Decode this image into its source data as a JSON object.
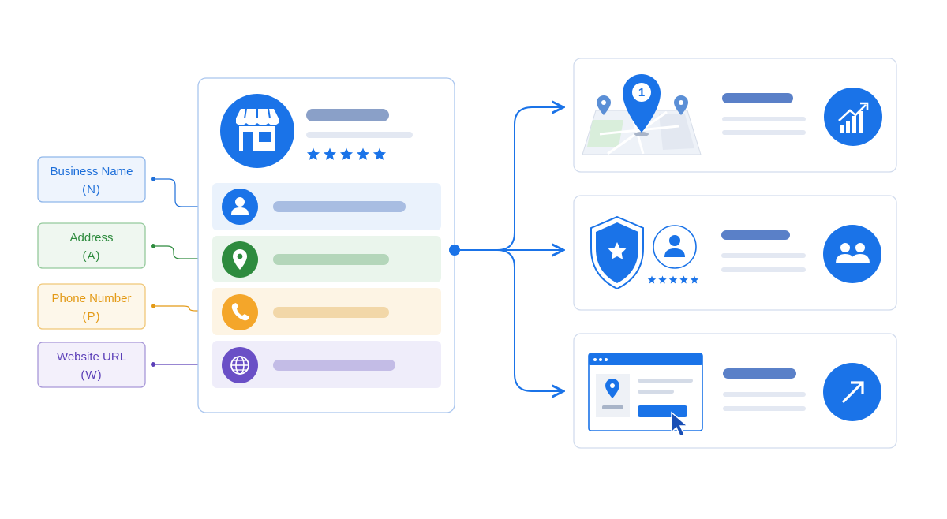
{
  "labels": [
    {
      "title": "Business Name",
      "code": "(N)",
      "color": "#1e6fd9",
      "border": "#8fb6ea",
      "fill": "#eef4fd"
    },
    {
      "title": "Address",
      "code": "(A)",
      "color": "#2e8b3e",
      "border": "#94c99c",
      "fill": "#eff7f0"
    },
    {
      "title": "Phone Number",
      "code": "(P)",
      "color": "#e39a16",
      "border": "#f0c778",
      "fill": "#fdf7ea"
    },
    {
      "title": "Website URL",
      "code": "(W)",
      "color": "#5b3fb8",
      "border": "#a797d8",
      "fill": "#f3f0fb"
    }
  ],
  "icons": {
    "store": "store-icon",
    "rows": [
      "user-icon",
      "location-pin-icon",
      "phone-icon",
      "globe-icon"
    ],
    "outcomes": [
      "map-ranking-icon",
      "trust-shield-icon",
      "website-click-icon"
    ],
    "badges": [
      "growth-chart-icon",
      "people-icon",
      "arrow-up-right-icon"
    ]
  },
  "rating_stars": 5,
  "map_rank": "1",
  "colors": {
    "primary": "#1a73e8",
    "line": "#1a73e8",
    "placeholder": "#8aa0c8",
    "light_placeholder": "#e3e8f2"
  }
}
